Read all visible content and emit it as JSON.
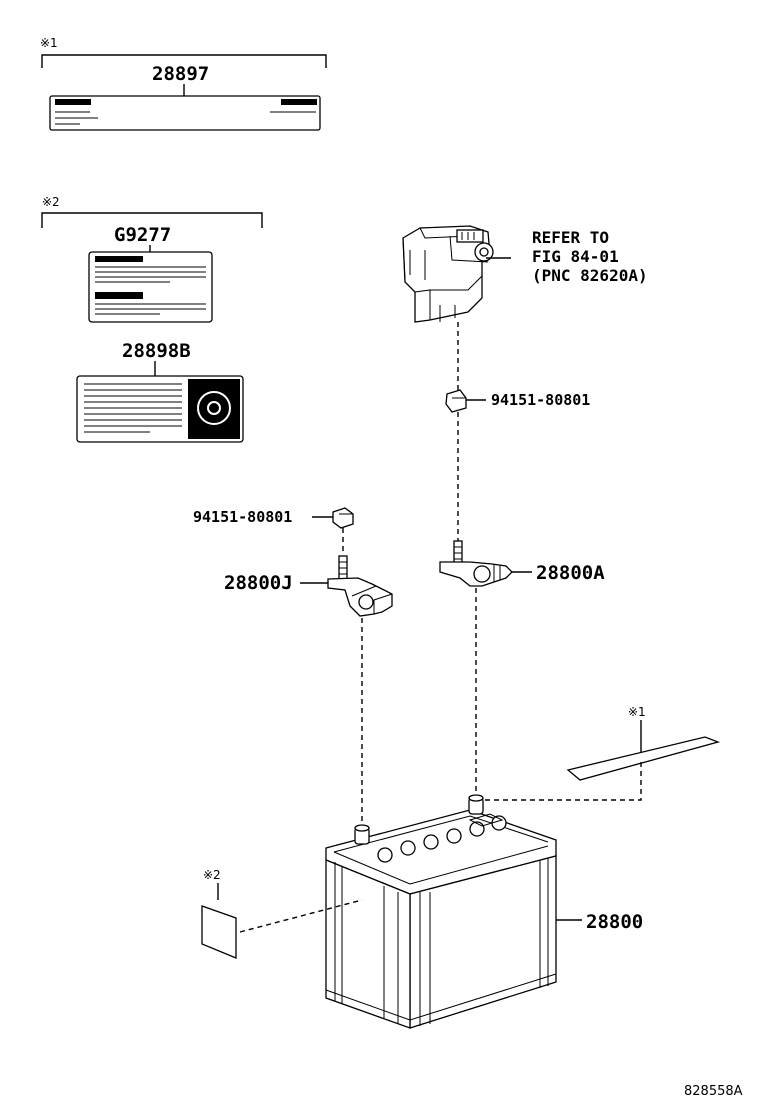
{
  "notes": {
    "note1_top": "※1",
    "note2_top": "※2",
    "note1_strip": "※1",
    "note2_sticker": "※2"
  },
  "parts": {
    "label_caution_1": "28897",
    "label_caution_2": "G9277",
    "label_caution_3": "28898B",
    "relay_reference_line1": "REFER TO",
    "relay_reference_line2": "FIG 84-01",
    "relay_reference_line3": "(PNC 82620A)",
    "nut_upper": "94151-80801",
    "nut_left": "94151-80801",
    "clamp_negative": "28800J",
    "clamp_positive": "28800A",
    "battery": "28800"
  },
  "figure_id": "828558A"
}
